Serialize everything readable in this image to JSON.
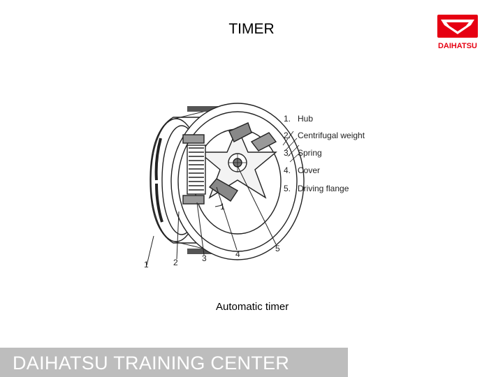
{
  "title": "TIMER",
  "logo": {
    "wordmark": "DAIHATSU",
    "color": "#e60012"
  },
  "figure": {
    "legend": [
      {
        "num": "1.",
        "label": "Hub"
      },
      {
        "num": "2.",
        "label": "Centrifugal weight"
      },
      {
        "num": "3.",
        "label": "Spring"
      },
      {
        "num": "4.",
        "label": "Cover"
      },
      {
        "num": "5.",
        "label": "Driving flange"
      }
    ],
    "callouts": [
      "1",
      "2",
      "3",
      "4",
      "5",
      "1"
    ]
  },
  "caption": "Automatic timer",
  "footer": {
    "text": "DAIHATSU TRAINING CENTER",
    "background": "#bdbdbd"
  }
}
